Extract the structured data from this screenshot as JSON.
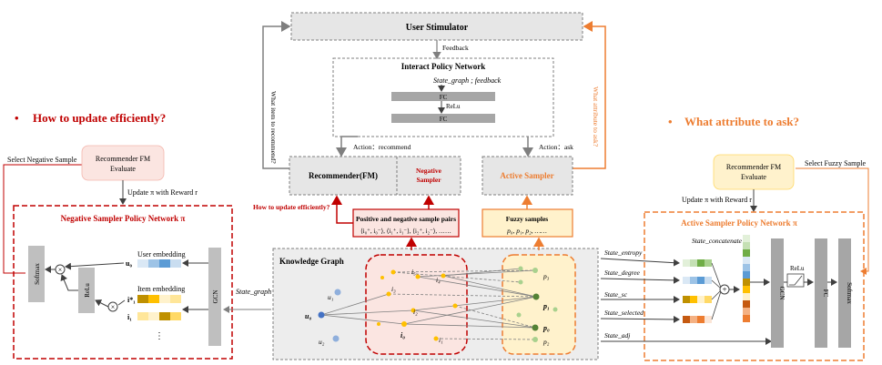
{
  "colors": {
    "red": "#c00000",
    "orange": "#ed7d31",
    "gray_box": "#e6e6e6",
    "mid_gray": "#bfbfbf",
    "dark_gray": "#7f7f7f",
    "item_yellow": "#ffc000",
    "user_blue": "#5b9bd5",
    "attr_green": "#70ad47",
    "pink_fill": "#fbe5e1",
    "cream_fill": "#fff2cc"
  },
  "left": {
    "question": "How to update efficiently?",
    "select_negative": "Select Negative Sample",
    "recommender_line1": "Recommender FM",
    "recommender_line2": "Evaluate",
    "update_text": "Update π with Reward r",
    "policy_title": "Negative Sampler Policy Network  π",
    "user_embedding": "User embedding",
    "item_embedding": "Item embedding",
    "u0": "u₀",
    "i_star": "i*₁",
    "i1": "i₁",
    "ellipsis": "⋮",
    "softmax": "Softmax",
    "relu": "ReLu",
    "gcn": "GCN",
    "state_graph": "State_graph"
  },
  "center": {
    "user_stimulator": "User Stimulator",
    "feedback": "Feedback",
    "interact_policy": "Interact Policy Network",
    "state_graph_feedback": "State_graph ; feedback",
    "fc": "FC",
    "relu": "ReLu",
    "what_item": "What item to recommend?",
    "what_attribute": "What attribute to ask?",
    "action_recommend": "Action：recommend",
    "action_ask": "Action：ask",
    "recommender_fm": "Recommender(FM)",
    "negative_sampler_line1": "Negative",
    "negative_sampler_line2": "Sampler",
    "active_sampler": "Active Sampler",
    "how_update": "How to update efficiently?",
    "pos_neg_pairs": "Positive and negative sample pairs",
    "pairs_formula": "⟨i₀⁺, i₀⁻⟩, ⟨i₁⁺, i₁⁻⟩, ⟨i₂⁺, i₂⁻⟩, ……",
    "fuzzy_samples": "Fuzzy samples",
    "fuzzy_formula": "p₀, p₁, p₂, ……",
    "knowledge_graph": "Knowledge Graph",
    "nodes": {
      "u1": "u₁",
      "u0": "u₀",
      "u2": "u₂",
      "i0": "i₀",
      "i1": "i₁",
      "i2": "i₂",
      "i3": "i₃",
      "i4": "i₄",
      "i5": "i₅",
      "p0": "p₀",
      "p1": "p₁",
      "p2": "p₂",
      "p3": "p₃"
    }
  },
  "right": {
    "question": "What attribute to ask?",
    "select_fuzzy": "Select Fuzzy Sample",
    "recommender_line1": "Recommender FM",
    "recommender_line2": "Evaluate",
    "update_text": "Update π with Reward r",
    "policy_title": "Active Sampler Policy Network  π",
    "state_concatenate": "State_concatenate",
    "state_entropy": "State_entropy",
    "state_degree": "State_degree",
    "state_sc": "State_sc",
    "state_selected": "State_selected",
    "state_adj": "State_adj",
    "gcn": "GCN",
    "relu": "ReLu",
    "fc": "FC",
    "softmax": "Softmax"
  }
}
